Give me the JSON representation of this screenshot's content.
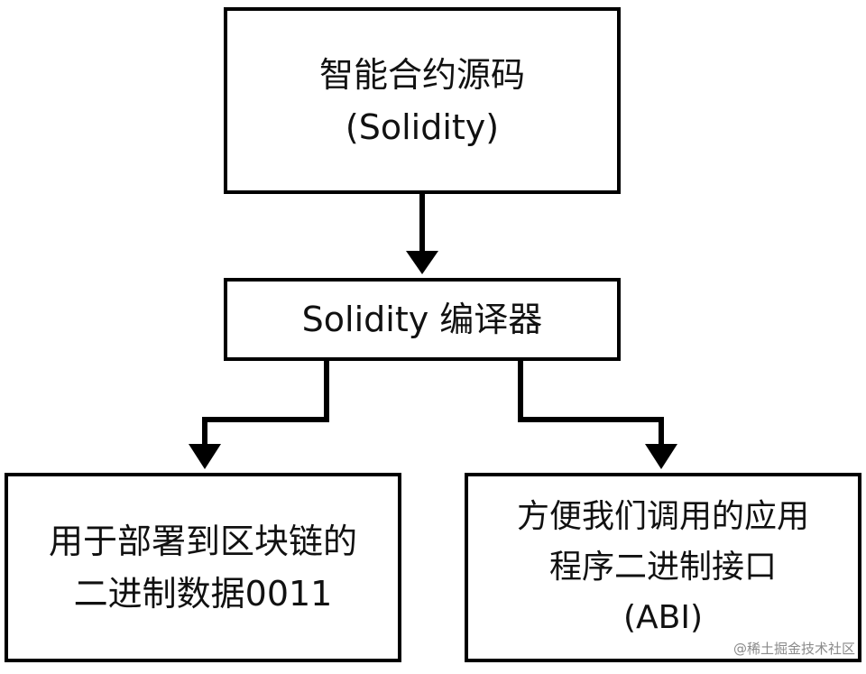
{
  "diagram": {
    "nodes": [
      {
        "id": "source",
        "lines": [
          "智能合约源码",
          "(Solidity)"
        ]
      },
      {
        "id": "compiler",
        "lines": [
          "Solidity 编译器"
        ]
      },
      {
        "id": "bytecode",
        "lines": [
          "用于部署到区块链的",
          "二进制数据0011"
        ]
      },
      {
        "id": "abi",
        "lines": [
          "方便我们调用的应用",
          "程序二进制接口",
          "(ABI)"
        ]
      }
    ],
    "edges": [
      {
        "from": "source",
        "to": "compiler"
      },
      {
        "from": "compiler",
        "to": "bytecode"
      },
      {
        "from": "compiler",
        "to": "abi"
      }
    ]
  },
  "watermark": "@稀土掘金技术社区",
  "colors": {
    "stroke": "#000000",
    "background": "#ffffff",
    "text": "#111111",
    "watermark": "#8a8a8a"
  }
}
